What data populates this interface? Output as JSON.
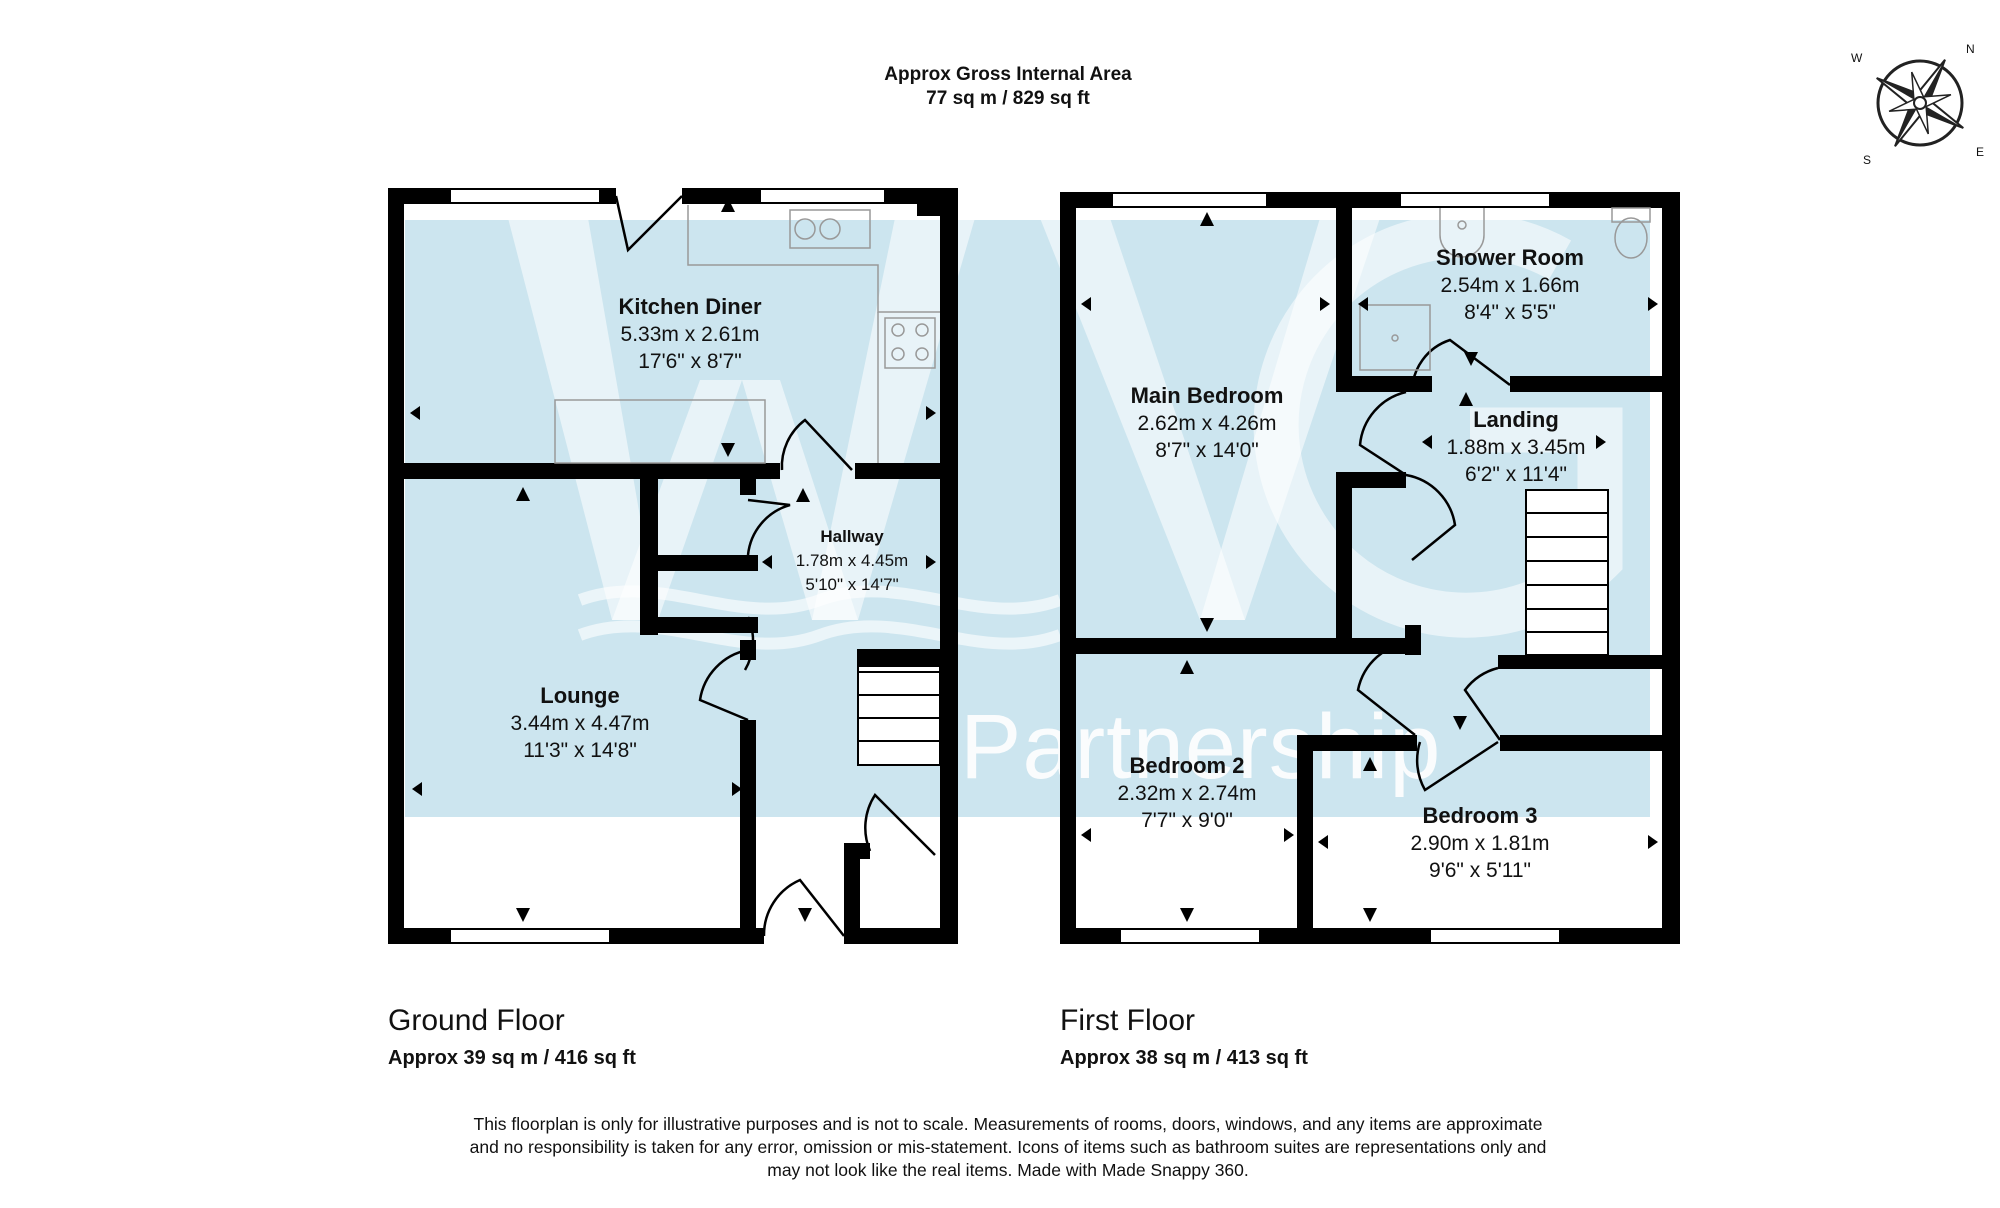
{
  "header": {
    "line1": "Approx Gross Internal Area",
    "line2": "77 sq m / 829 sq ft"
  },
  "compass": {
    "n": "N",
    "e": "E",
    "s": "S",
    "w": "W"
  },
  "watermark": {
    "text": "Partnership"
  },
  "ground_floor": {
    "name": "Ground Floor",
    "area": "Approx 39 sq m / 416 sq ft",
    "rooms": {
      "kitchen_diner": {
        "name": "Kitchen Diner",
        "metric": "5.33m x 2.61m",
        "imperial": "17'6\" x 8'7\""
      },
      "hallway": {
        "name": "Hallway",
        "metric": "1.78m x 4.45m",
        "imperial": "5'10\" x 14'7\""
      },
      "lounge": {
        "name": "Lounge",
        "metric": "3.44m x 4.47m",
        "imperial": "11'3\" x 14'8\""
      }
    }
  },
  "first_floor": {
    "name": "First Floor",
    "area": "Approx 38 sq m / 413 sq ft",
    "rooms": {
      "main_bedroom": {
        "name": "Main Bedroom",
        "metric": "2.62m x 4.26m",
        "imperial": "8'7\" x 14'0\""
      },
      "shower_room": {
        "name": "Shower Room",
        "metric": "2.54m x 1.66m",
        "imperial": "8'4\" x 5'5\""
      },
      "landing": {
        "name": "Landing",
        "metric": "1.88m x 3.45m",
        "imperial": "6'2\" x 11'4\""
      },
      "bedroom_2": {
        "name": "Bedroom 2",
        "metric": "2.32m x 2.74m",
        "imperial": "7'7\" x 9'0\""
      },
      "bedroom_3": {
        "name": "Bedroom 3",
        "metric": "2.90m x 1.81m",
        "imperial": "9'6\" x 5'11\""
      }
    }
  },
  "disclaimer": {
    "line1": "This floorplan is only for illustrative purposes and is not to scale. Measurements of rooms, doors, windows, and any items are approximate",
    "line2": "and no responsibility is taken for any error, omission or mis-statement. Icons of items such as bathroom suites are representations only and",
    "line3": "may not look like the real items. Made with Made Snappy 360."
  },
  "colors": {
    "wall": "#000000",
    "watermark": "#cce5ef",
    "fixture_line": "#999999"
  }
}
